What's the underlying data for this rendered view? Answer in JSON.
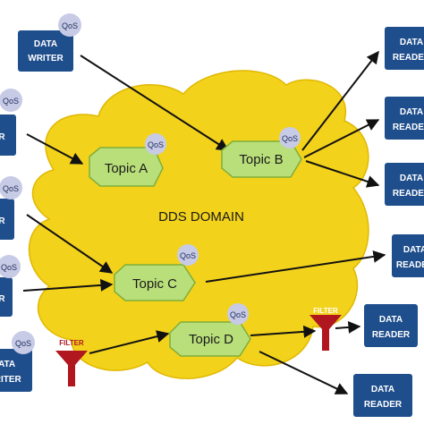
{
  "domain_label": "DDS DOMAIN",
  "qos_label": "QoS",
  "filter_label": "FILTER",
  "topics": [
    {
      "id": "a",
      "label": "Topic A"
    },
    {
      "id": "b",
      "label": "Topic B"
    },
    {
      "id": "c",
      "label": "Topic C"
    },
    {
      "id": "d",
      "label": "Topic D"
    }
  ],
  "writers": [
    {
      "line1": "DATA",
      "line2": "WRITER"
    },
    {
      "line1": "",
      "line2": "R"
    },
    {
      "line1": "",
      "line2": "R"
    },
    {
      "line1": "",
      "line2": "R"
    },
    {
      "line1": "DATA",
      "line2": "WRITER"
    }
  ],
  "readers": [
    {
      "line1": "DATA",
      "line2": "READER"
    },
    {
      "line1": "DATA",
      "line2": "READER"
    },
    {
      "line1": "DATA",
      "line2": "READER"
    },
    {
      "line1": "DATA",
      "line2": "READER"
    },
    {
      "line1": "DATA",
      "line2": "READER"
    },
    {
      "line1": "DATA",
      "line2": "READER"
    }
  ],
  "colors": {
    "cloud": "#f3d21c",
    "cloud_edge": "#e0b800",
    "topic_fill": "#b9df7a",
    "topic_edge": "#7fae3a",
    "box_fill": "#1f4e8c",
    "qos_fill": "#c7cbe6",
    "filter_fill": "#b0171f",
    "arrow": "#111111"
  }
}
